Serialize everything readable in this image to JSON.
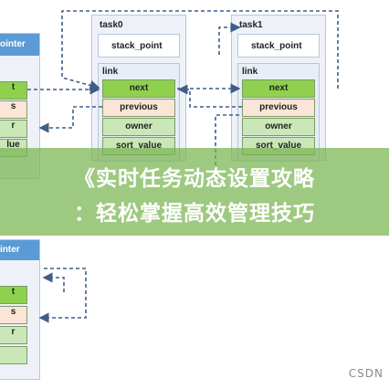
{
  "left_panel_top": {
    "header": "ointer",
    "fragments": [
      "t",
      "s",
      "r",
      "lue"
    ]
  },
  "left_panel_bottom": {
    "header": "inter",
    "fragments": [
      "t",
      "s",
      "r"
    ]
  },
  "task0": {
    "title": "task0",
    "stack_point": "stack_point",
    "link_label": "link",
    "cells": [
      "next",
      "previous",
      "owner",
      "sort_value"
    ]
  },
  "task1": {
    "title": "task1",
    "stack_point": "stack_point",
    "link_label": "link",
    "cells": [
      "next",
      "previous",
      "owner",
      "sort_value"
    ]
  },
  "banner": {
    "line1": "《实时任务动态设置攻略",
    "line2": "：轻松掌握高效管理技巧"
  },
  "watermark": "CSDN",
  "colors": {
    "next": "#8fd14f",
    "previous": "#fbe5d6",
    "owner": "#c9e7b7",
    "panel_header": "#5b9bd5",
    "arrow": "#3f5f8a",
    "banner": "#78b450"
  }
}
